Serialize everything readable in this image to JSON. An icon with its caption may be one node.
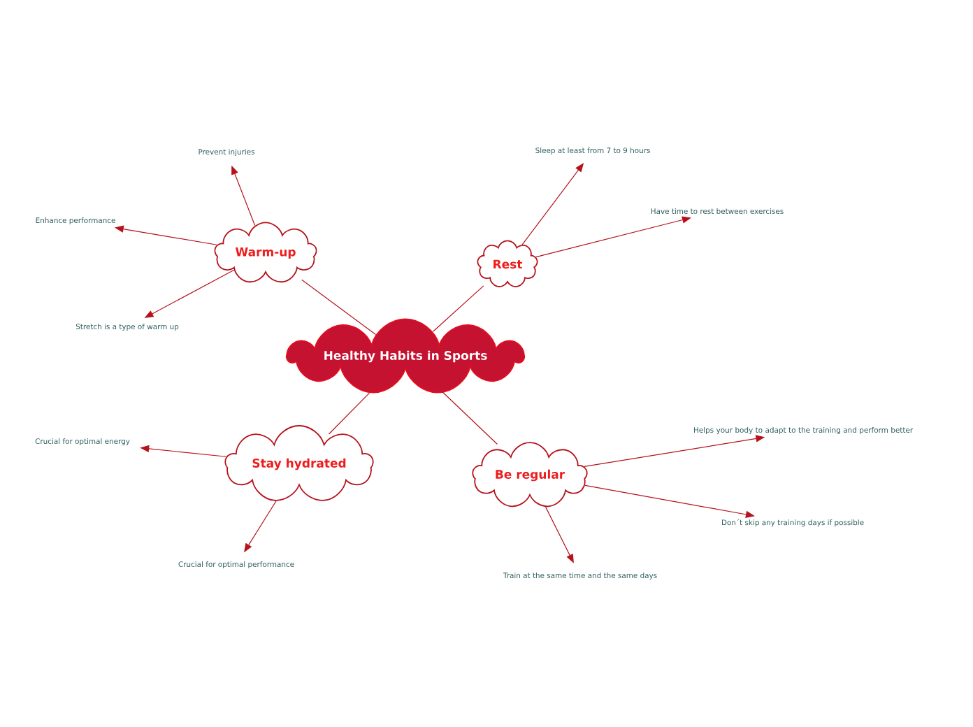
{
  "diagram": {
    "nodes": [
      {
        "text": [
          "Healthy Habits in Sports"
        ]
      },
      {
        "text": [
          "Warm-up"
        ]
      },
      {
        "text": [
          "Rest"
        ]
      },
      {
        "text": [
          "Stay hydrated"
        ]
      },
      {
        "text": [
          "Be regular"
        ]
      },
      {
        "text": [
          "Prevent injuries"
        ]
      },
      {
        "text": [
          "Enhance performance"
        ]
      },
      {
        "text": [
          "Stretch is a type of warm up"
        ]
      },
      {
        "text": [
          "Sleep at least from 7 to 9 hours"
        ]
      },
      {
        "text": [
          "Have time to rest between exercises"
        ]
      },
      {
        "text": [
          "Crucial for optimal energy"
        ]
      },
      {
        "text": [
          "Crucial for optimal performance"
        ]
      },
      {
        "text": [
          "Helps your body to adapt to the training and perform better"
        ]
      },
      {
        "text": [
          "Don´t skip any training days if possible"
        ]
      },
      {
        "text": [
          "Train at the same time and the same days"
        ]
      }
    ],
    "edges": [
      {
        "from": 0,
        "to": 1,
        "arrow": "none"
      },
      {
        "from": 0,
        "to": 2,
        "arrow": "none"
      },
      {
        "from": 0,
        "to": 3,
        "arrow": "none"
      },
      {
        "from": 0,
        "to": 4,
        "arrow": "none"
      },
      {
        "from": 1,
        "to": 5,
        "arrow": "to"
      },
      {
        "from": 1,
        "to": 6,
        "arrow": "to"
      },
      {
        "from": 1,
        "to": 7,
        "arrow": "to"
      },
      {
        "from": 2,
        "to": 8,
        "arrow": "to"
      },
      {
        "from": 2,
        "to": 9,
        "arrow": "to"
      },
      {
        "from": 3,
        "to": 10,
        "arrow": "to"
      },
      {
        "from": 3,
        "to": 11,
        "arrow": "to"
      },
      {
        "from": 4,
        "to": 12,
        "arrow": "to"
      },
      {
        "from": 4,
        "to": 13,
        "arrow": "to"
      },
      {
        "from": 4,
        "to": 14,
        "arrow": "to"
      }
    ]
  }
}
